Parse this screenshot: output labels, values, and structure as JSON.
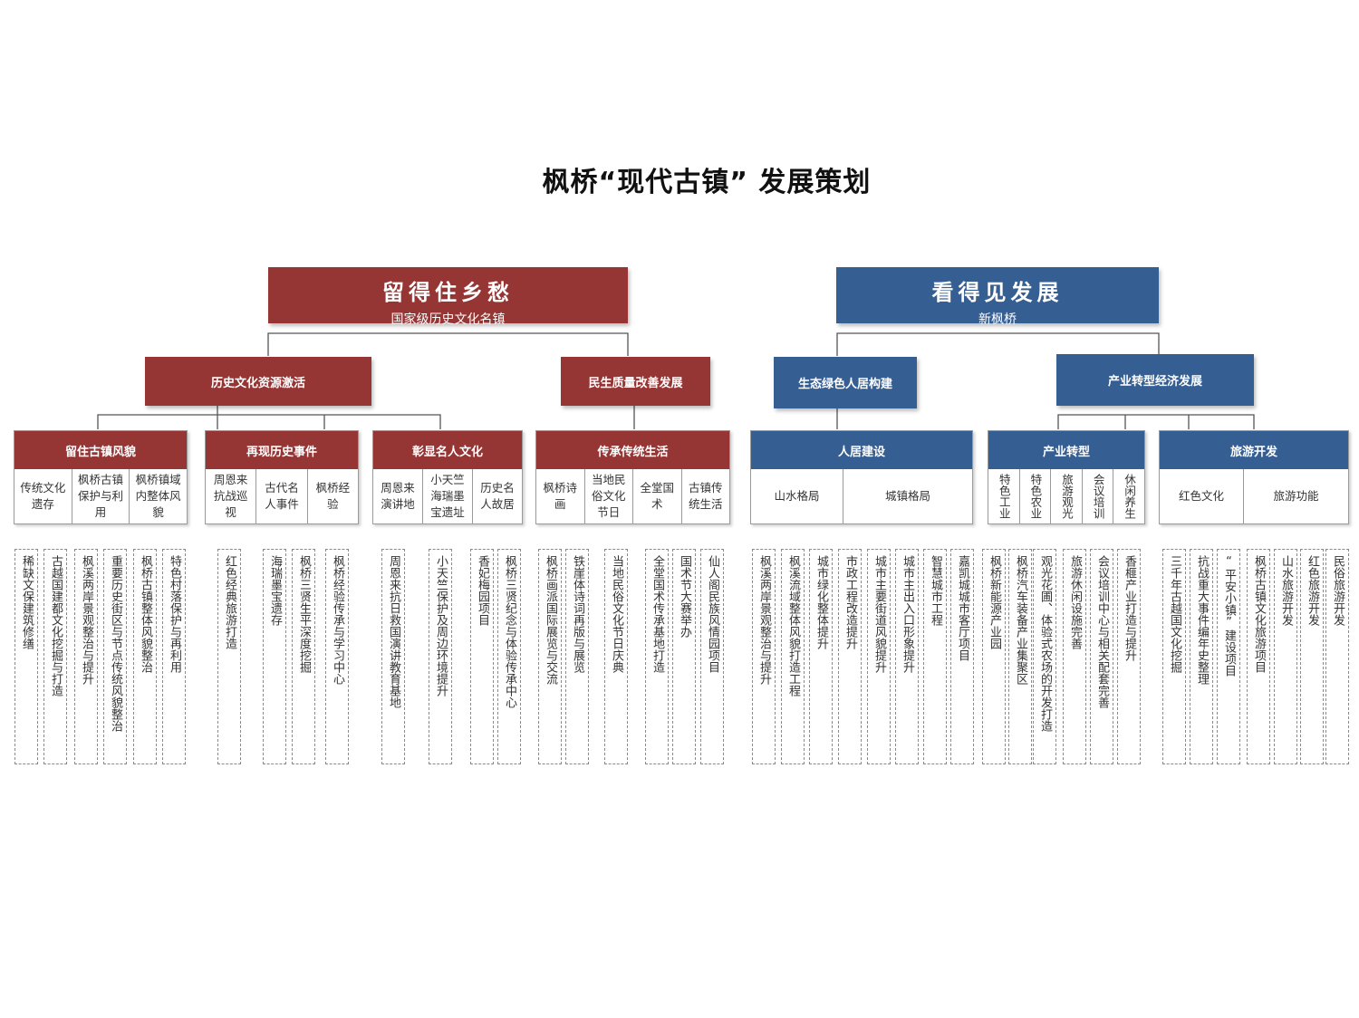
{
  "title": "枫桥“现代古镇” 发展策划",
  "colors": {
    "red": "#953534",
    "blue": "#355e93"
  },
  "left": {
    "title": "留得住乡愁",
    "subtitle": "国家级历史文化名镇",
    "branches": [
      "历史文化资源激活",
      "民生质量改善发展"
    ],
    "categories": [
      {
        "title": "留住古镇风貌",
        "cells": [
          "传统文化遗存",
          "枫桥古镇保护与利用",
          "枫桥镇域内整体风貌"
        ],
        "items": [
          "稀缺文保建筑修缮",
          "古越国建都文化挖掘与打造",
          "枫溪两岸景观整治与提升",
          "重要历史街区与节点传统风貌整治",
          "枫桥古镇整体风貌整治",
          "特色村落保护与再利用"
        ]
      },
      {
        "title": "再现历史事件",
        "cells": [
          "周恩来抗战巡视",
          "古代名人事件",
          "枫桥经验"
        ],
        "items": [
          "红色经典旅游打造",
          "海瑞墨宝遗存",
          "枫桥三贤生平深度挖掘",
          "枫桥经验传承与学习中心"
        ]
      },
      {
        "title": "彰显名人文化",
        "cells": [
          "周恩来演讲地",
          "小天竺海瑞墨宝遗址",
          "历史名人故居"
        ],
        "items": [
          "周恩来抗日救国演讲教育基地",
          "小天竺保护及周边环境提升",
          "香妃梅园项目",
          "枫桥三贤纪念与体验传承中心"
        ]
      },
      {
        "title": "传承传统生活",
        "cells": [
          "枫桥诗画",
          "当地民俗文化节日",
          "全堂国术",
          "古镇传统生活"
        ],
        "items": [
          "枫桥画派国际展览与交流",
          "铁崖体诗词再版与展览",
          "当地民俗文化节日庆典",
          "全堂国术传承基地打造",
          "国术节大赛举办",
          "仙人阁民族风情园项目"
        ]
      }
    ]
  },
  "right": {
    "title": "看得见发展",
    "subtitle": "新枫桥",
    "branches": [
      "生态绿色人居构建",
      "产业转型经济发展"
    ],
    "categories": [
      {
        "title": "人居建设",
        "cells": [
          "山水格局",
          "城镇格局"
        ],
        "items": [
          "枫溪两岸景观整治与提升",
          "枫溪流域整体风貌打造工程",
          "城市绿化整体提升",
          "市政工程改造提升",
          "城市主要街道风貌提升",
          "城市主出入口形象提升",
          "智慧城市工程",
          "嘉凯城城市客厅项目"
        ]
      },
      {
        "title": "产业转型",
        "cells": [
          "特色工业",
          "特色农业",
          "旅游观光",
          "会议培训",
          "休闲养生"
        ],
        "items": [
          "枫桥新能源产业园",
          "枫桥汽车装备产业集聚区",
          "观光花圃、体验式农场的开发打造",
          "旅游休闲设施完善",
          "会议培训中心与相关配套完善",
          "香榧产业打造与提升"
        ]
      },
      {
        "title": "旅游开发",
        "cells": [
          "红色文化",
          "旅游功能"
        ],
        "items": [
          "三千年古越国文化挖掘",
          "抗战重大事件编年史整理",
          "“平安小镇”建设项目",
          "枫桥古镇文化旅游项目",
          "山水旅游开发",
          "红色旅游开发",
          "民俗旅游开发"
        ]
      }
    ]
  }
}
